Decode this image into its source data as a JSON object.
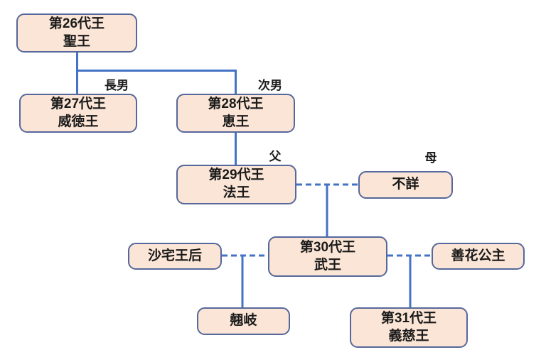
{
  "diagram": {
    "nodes": [
      {
        "id": "king26",
        "line1": "第26代王",
        "line2": "聖王"
      },
      {
        "id": "king27",
        "line1": "第27代王",
        "line2": "威徳王"
      },
      {
        "id": "king28",
        "line1": "第28代王",
        "line2": "恵王"
      },
      {
        "id": "king29",
        "line1": "第29代王",
        "line2": "法王"
      },
      {
        "id": "mother",
        "line1": "不詳"
      },
      {
        "id": "king30",
        "line1": "第30代王",
        "line2": "武王"
      },
      {
        "id": "sataek",
        "line1": "沙宅王后"
      },
      {
        "id": "seonhwa",
        "line1": "善花公主"
      },
      {
        "id": "gyogi",
        "line1": "翹岐"
      },
      {
        "id": "king31",
        "line1": "第31代王",
        "line2": "義慈王"
      }
    ],
    "labels": [
      {
        "id": "eldest-son",
        "text": "長男"
      },
      {
        "id": "second-son",
        "text": "次男"
      },
      {
        "id": "father",
        "text": "父"
      },
      {
        "id": "mother",
        "text": "母"
      }
    ],
    "colors": {
      "node_fill": "#FBE5D6",
      "node_border": "#56689B",
      "connector": "#4472C4",
      "text": "#1A1A1A"
    }
  }
}
